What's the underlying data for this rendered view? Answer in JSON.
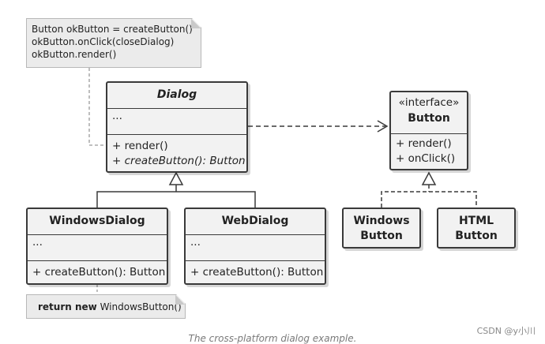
{
  "note_top": {
    "lines": [
      "Button okButton = createButton()",
      "okButton.onClick(closeDialog)",
      "okButton.render()"
    ]
  },
  "dialog": {
    "name": "Dialog",
    "fields": "...",
    "methods": [
      "+ render()",
      "+ createButton(): Button"
    ]
  },
  "button_interface": {
    "stereotype": "«interface»",
    "name": "Button",
    "methods": [
      "+ render()",
      "+ onClick()"
    ]
  },
  "windows_dialog": {
    "name": "WindowsDialog",
    "fields": "...",
    "method": "+ createButton(): Button"
  },
  "web_dialog": {
    "name": "WebDialog",
    "fields": "...",
    "method": "+ createButton(): Button"
  },
  "windows_button": {
    "line1": "Windows",
    "line2": "Button"
  },
  "html_button": {
    "line1": "HTML",
    "line2": "Button"
  },
  "note_bottom": {
    "bold": "return new",
    "rest": "WindowsButton()"
  },
  "caption": "The cross-platform dialog example.",
  "watermark": "CSDN @y小川",
  "colors": {
    "box_fill": "#f2f2f2",
    "border": "#3a3a3a",
    "note_fill": "#ebebeb"
  }
}
